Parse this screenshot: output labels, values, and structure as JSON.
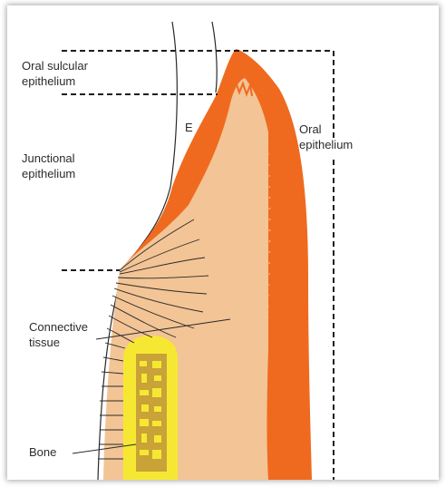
{
  "figure": {
    "labels": {
      "oral_sulcular": "Oral sulcular\nepithelium",
      "junctional": "Junctional\nepithelium",
      "e_marker": "E",
      "oral_epithelium": "Oral\nepithelium",
      "connective": "Connective\ntissue",
      "bone": "Bone"
    },
    "colors": {
      "epithelium": "#ef6a1f",
      "connective_tissue": "#f3c495",
      "bone_outer": "#f6e832",
      "bone_inner": "#c9a238",
      "lines": "#2a2a2a"
    }
  }
}
